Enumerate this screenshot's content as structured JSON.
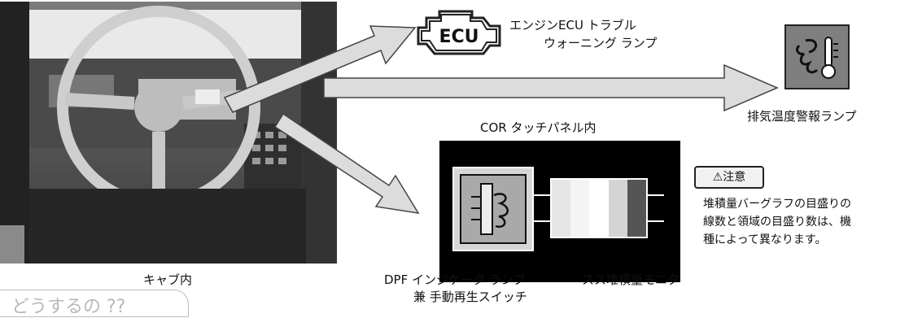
{
  "labels": {
    "ecu_lamp_line1": "エンジンECU トラブル",
    "ecu_lamp_line2": "ウォーニング ランプ",
    "exhaust_temp_lamp": "排気温度警報ランプ",
    "cor_panel_title": "COR タッチパネル内",
    "cab_interior": "キャブ内",
    "dpf_lamp_line1": "DPF インジケータ ランプ",
    "dpf_lamp_line2": "兼 手動再生スイッチ",
    "soot_monitor": "スス堆積量モニタ",
    "ecu_icon_text": "ECU"
  },
  "caution": {
    "tag": "⚠注意",
    "lines": [
      "堆積量バーグラフの目盛りの",
      "線数と領域の目盛り数は、機",
      "種によって異なります。"
    ]
  },
  "footer": {
    "page_tab": "どうするの ??"
  },
  "colors": {
    "arrow_fill": "#dcdcdc",
    "panel_bg": "#000000",
    "lamp_bg": "#7f7f7f"
  },
  "icons": [
    "ecu-engine-icon",
    "exhaust-temperature-icon",
    "dpf-filter-icon"
  ]
}
